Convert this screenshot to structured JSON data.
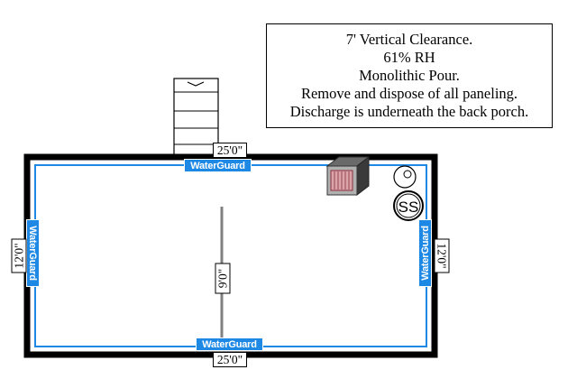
{
  "notes": {
    "line1": "7' Vertical Clearance.",
    "line2": "61% RH",
    "line3": "Monolithic Pour.",
    "line4": "Remove and dispose of all paneling.",
    "line5": "Discharge is underneath the back porch."
  },
  "dimensions": {
    "top": "25'0\"",
    "bottom": "25'0\"",
    "left": "12'0\"",
    "right": "12'0\"",
    "beam": "9'0\""
  },
  "waterguard": {
    "top": "WaterGuard",
    "bottom": "WaterGuard",
    "left": "WaterGuard",
    "right": "WaterGuard"
  },
  "symbols": {
    "sump_pump": "SS"
  },
  "colors": {
    "wall": "#000000",
    "waterguard": "#1e88e5",
    "beam": "#808080"
  }
}
